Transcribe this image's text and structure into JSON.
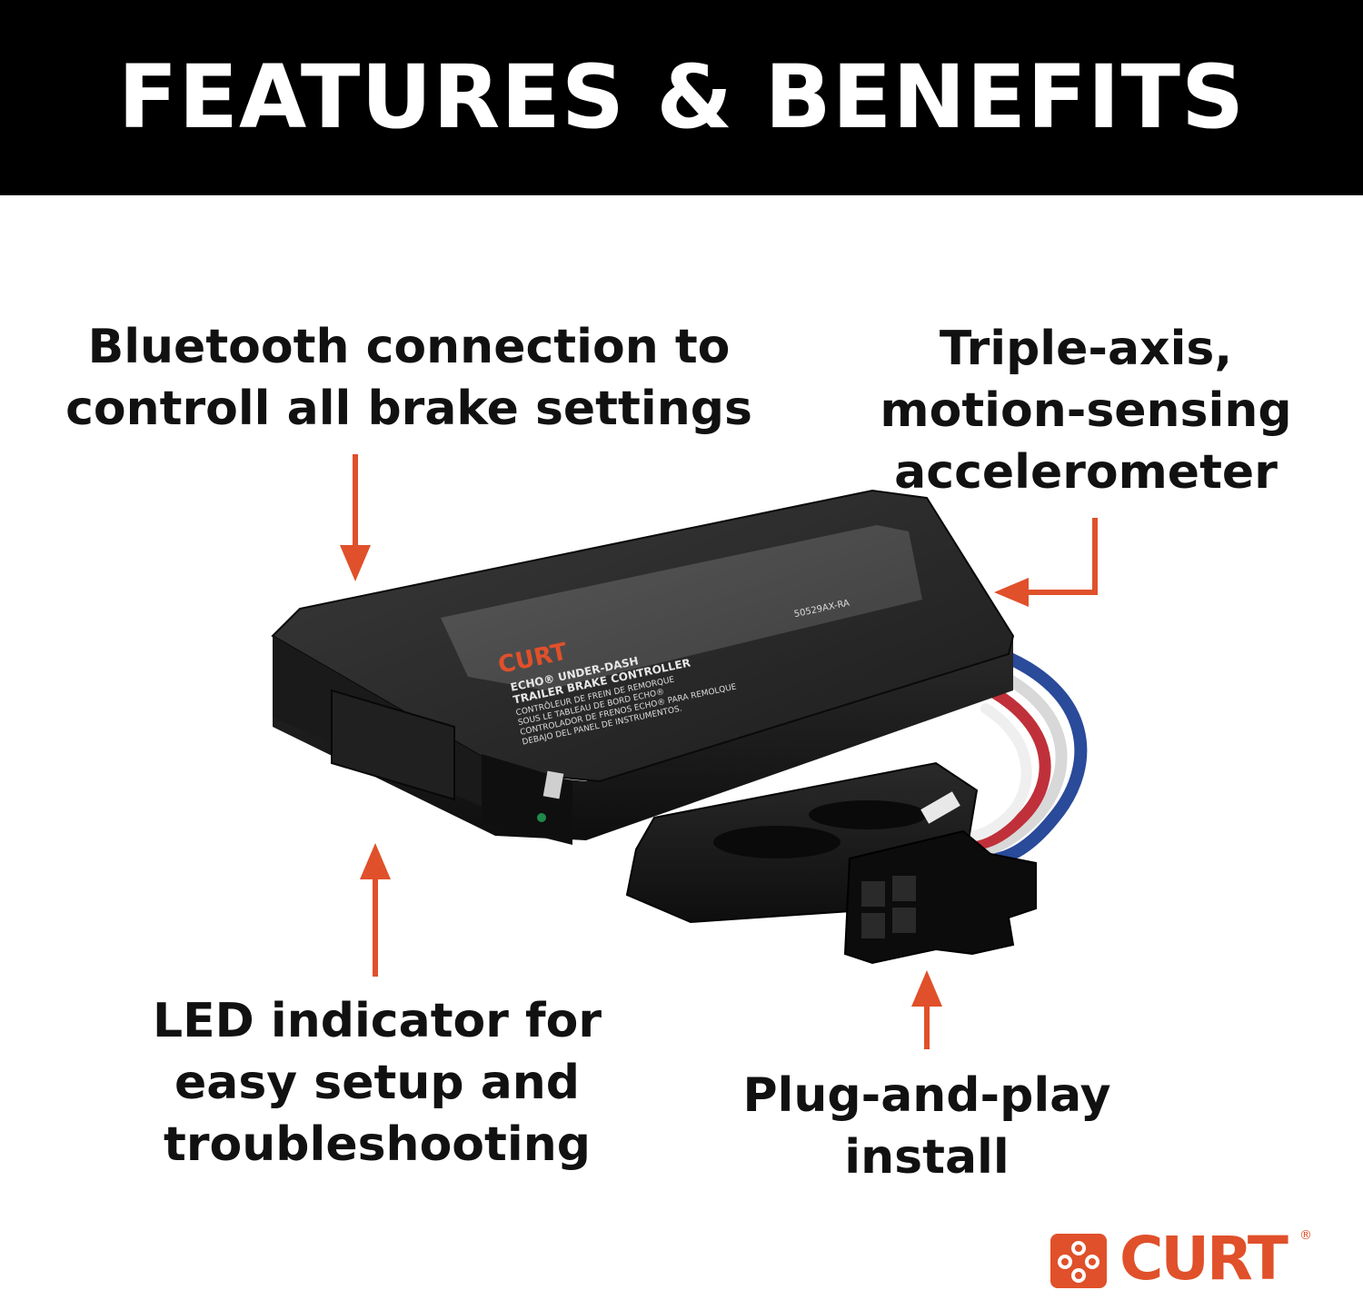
{
  "header": {
    "title": "FEATURES & BENEFITS"
  },
  "callouts": {
    "bluetooth": [
      "Bluetooth connection to",
      "controll all brake settings"
    ],
    "accelerometer": [
      "Triple-axis,",
      "motion-sensing",
      "accelerometer"
    ],
    "led": [
      "LED indicator for",
      "easy setup and",
      "troubleshooting"
    ],
    "plug": [
      "Plug-and-play",
      "install"
    ]
  },
  "product_label": {
    "brand": "CURT",
    "line1": "ECHO® UNDER-DASH",
    "line2": "TRAILER BRAKE CONTROLLER",
    "line3": "CONTRÔLEUR DE FREIN DE REMORQUE",
    "line4": "SOUS LE TABLEAU DE BORD ECHO®",
    "line5": "CONTROLADOR DE FRENOS ECHO® PARA REMOLQUE",
    "line6": "DEBAJO DEL PANEL DE INSTRUMENTOS.",
    "part": "50529AX-RA"
  },
  "brand": {
    "name": "CURT",
    "mark": "®"
  },
  "colors": {
    "accent": "#e0502a",
    "header_bg": "#000000",
    "text": "#111111"
  }
}
